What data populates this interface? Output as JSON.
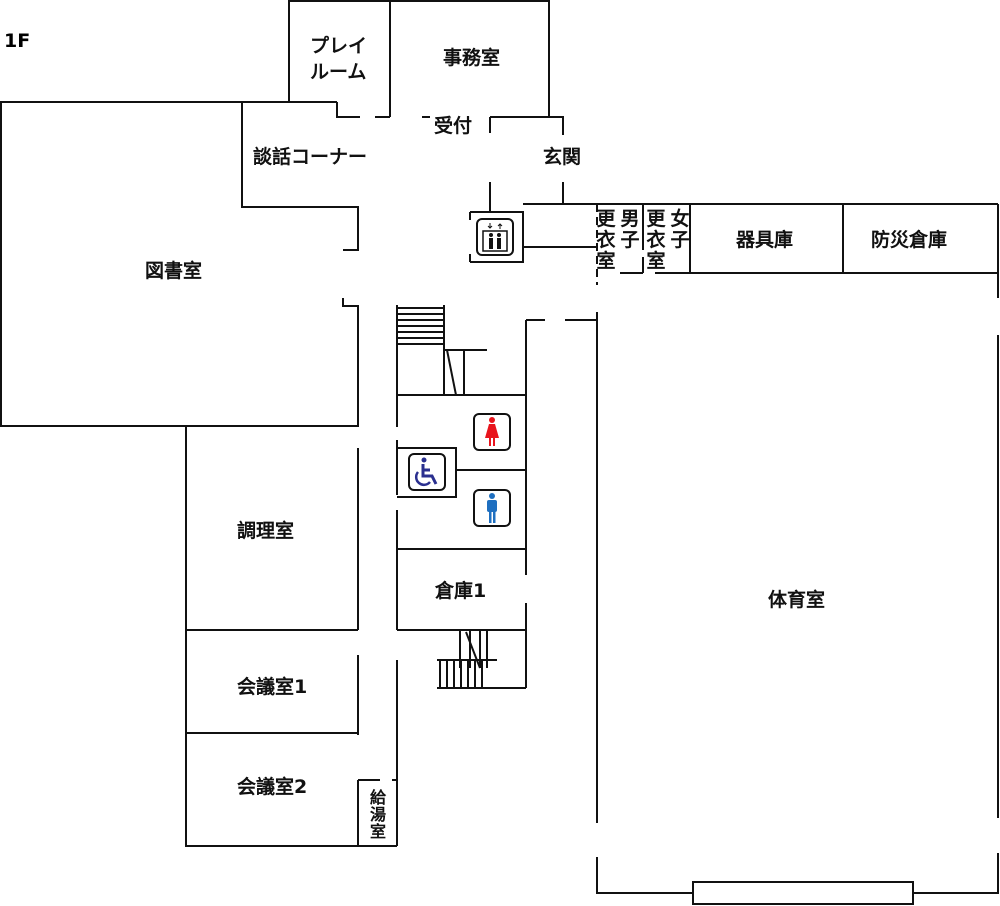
{
  "floor_label": "1F",
  "rooms": {
    "play_room": "プレイ ルーム",
    "office": "事務室",
    "reception": "受付",
    "lounge": "談話コーナー",
    "entrance": "玄関",
    "library": "図書室",
    "mens_changing": "更衣室",
    "mens_changing_sub": "男子",
    "womens_changing": "更衣室",
    "womens_changing_sub": "女子",
    "equipment_storage": "器具庫",
    "disaster_storage": "防災倉庫",
    "cooking": "調理室",
    "storage1": "倉庫1",
    "gym": "体育室",
    "meeting1": "会議室1",
    "meeting2": "会議室2",
    "kitchenette": "給湯室"
  },
  "colors": {
    "female": "#e8141c",
    "male": "#1e6fc0",
    "accessible": "#2a2f8f",
    "wall": "#111111"
  },
  "icons": [
    "elevator-icon",
    "female-toilet-icon",
    "male-toilet-icon",
    "wheelchair-icon"
  ]
}
